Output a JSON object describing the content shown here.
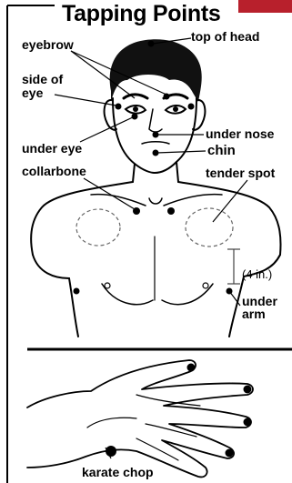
{
  "title": "Tapping Points",
  "accent_color": "#b8202c",
  "labels": {
    "eyebrow": "eyebrow",
    "top_of_head": "top of head",
    "side_of_eye_1": "side of",
    "side_of_eye_2": "eye",
    "under_eye": "under eye",
    "under_nose": "under nose",
    "chin": "chin",
    "collarbone": "collarbone",
    "tender_spot": "tender spot",
    "four_in": "(4 in.)",
    "under_arm_1": "under",
    "under_arm_2": "arm",
    "karate_chop": "karate chop"
  }
}
